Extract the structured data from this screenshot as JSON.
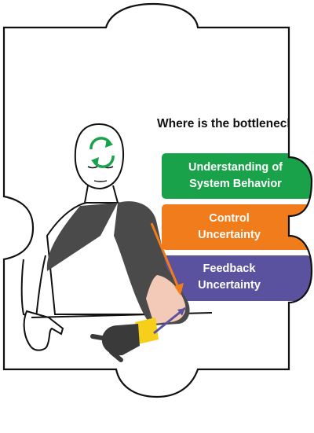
{
  "heading": "Where is the bottleneck",
  "boxes": [
    {
      "line1": "Understanding of",
      "line2": "System Behavior",
      "color": "#1aa24a"
    },
    {
      "line1": "Control",
      "line2": "Uncertainty",
      "color": "#f07c1b"
    },
    {
      "line1": "Feedback",
      "line2": "Uncertainty",
      "color": "#5a529e"
    }
  ],
  "icons": {
    "head": "cycle-arrows-icon",
    "arm_down": "efferent-arrow-icon",
    "arm_up": "afferent-arrow-icon"
  },
  "colors": {
    "cycle": "#1aa24a",
    "sleeve": "#4a4a4a",
    "skin_band": "#f3c9b8",
    "arrow_orange": "#f07c1b",
    "arrow_purple": "#5a529e",
    "cuff": "#f6cf1a",
    "hand": "#3a3a3a"
  }
}
